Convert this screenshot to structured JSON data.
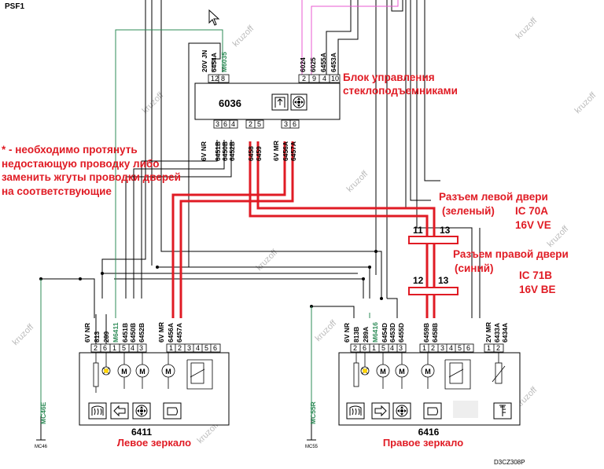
{
  "diagram": {
    "top_left_label": "PSF1",
    "bottom_right_code": "D3CZ308P",
    "watermark": "kruzoff",
    "ecu": {
      "id": "6036",
      "top_connector": "20V JN",
      "top_left_pins": [
        "12",
        "8"
      ],
      "top_left_wires": [
        "6454A",
        "M6035"
      ],
      "top_right_pins": [
        "2",
        "9",
        "4",
        "10"
      ],
      "top_right_wires": [
        "6024",
        "6025",
        "6455A",
        "6453A"
      ],
      "bottom_left_connector": "6V NR",
      "bottom_left_pins": [
        "3",
        "6",
        "4"
      ],
      "bottom_left_wires": [
        "6451B",
        "6450B",
        "6452B"
      ],
      "bottom_mid_pins": [
        "2",
        "5"
      ],
      "bottom_mid_wires": [
        "6458",
        "6459"
      ],
      "bottom_right_connector": "6V MR",
      "bottom_right_pins": [
        "3",
        "6"
      ],
      "bottom_right_wires": [
        "6456A",
        "6457A"
      ],
      "label": "Блок управления стеклоподъемниками"
    },
    "note": "* - необходимо протянуть недостающую проводку либо заменить жгуты проводки дверей на соответствующие",
    "left_door_connector": {
      "title": "Разъем левой двери",
      "color": "(зеленый)",
      "code": "IC 70A",
      "type": "16V VE",
      "pins": [
        "11",
        "13"
      ]
    },
    "right_door_connector": {
      "title": "Разъем правой двери",
      "color": "(синий)",
      "code": "IC 71B",
      "type": "16V BE",
      "pins": [
        "12",
        "13"
      ]
    },
    "left_mirror": {
      "id": "6411",
      "name": "Левое зеркало",
      "connector1": "6V NR",
      "connector1_pins": [
        "2",
        "6",
        "1",
        "5",
        "4",
        "3"
      ],
      "connector1_wires": [
        "813",
        "289",
        "M6411",
        "6451B",
        "6450B",
        "6452B"
      ],
      "connector2": "6V MR",
      "connector2_pins": [
        "1",
        "2",
        "3",
        "4",
        "5",
        "6"
      ],
      "connector2_wires": [
        "6456A",
        "6457A"
      ],
      "ground": "MC46E",
      "ground_small": "MC46"
    },
    "right_mirror": {
      "id": "6416",
      "name": "Правое зеркало",
      "connector1": "6V NR",
      "connector1_pins": [
        "2",
        "6",
        "1",
        "5",
        "4",
        "3"
      ],
      "connector1_wires": [
        "813B",
        "289A",
        "M6416",
        "6454D",
        "6453D",
        "6455D"
      ],
      "connector2": "6V MR",
      "connector2_pins": [
        "1",
        "2",
        "3",
        "4",
        "5",
        "6"
      ],
      "connector2_wires": [
        "6459B",
        "6458B"
      ],
      "connector3": "2V MR",
      "connector3_pins": [
        "1",
        "2"
      ],
      "connector3_wires": [
        "6433A",
        "6434A"
      ],
      "ground": "MC55R",
      "ground_small": "MC55"
    }
  }
}
